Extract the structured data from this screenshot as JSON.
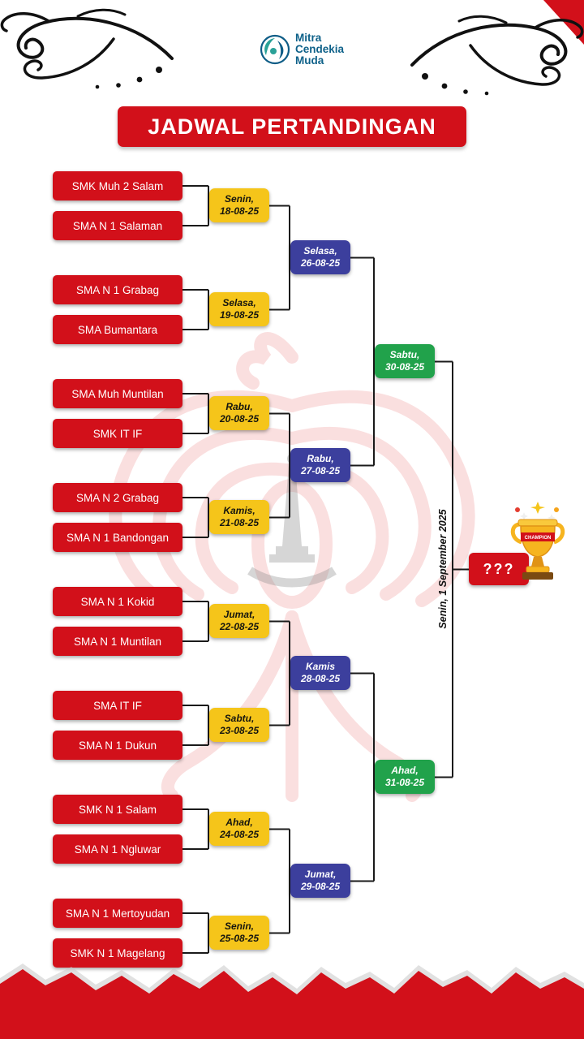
{
  "logo": {
    "line1": "Mitra",
    "line2": "Cendekia",
    "line3": "Muda"
  },
  "title": "JADWAL PERTANDINGAN",
  "bracket": {
    "teams": [
      "SMK Muh 2 Salam",
      "SMA N 1 Salaman",
      "SMA N 1 Grabag",
      "SMA Bumantara",
      "SMA Muh Muntilan",
      "SMK IT IF",
      "SMA N 2 Grabag",
      "SMA N 1 Bandongan",
      "SMA N 1 Kokid",
      "SMA N 1 Muntilan",
      "SMA IT IF",
      "SMA N 1 Dukun",
      "SMK N 1 Salam",
      "SMA N 1 Ngluwar",
      "SMA N 1 Mertoyudan",
      "SMK N 1 Magelang"
    ],
    "round1": [
      {
        "day": "Senin,",
        "date": "18-08-25"
      },
      {
        "day": "Selasa,",
        "date": "19-08-25"
      },
      {
        "day": "Rabu,",
        "date": "20-08-25"
      },
      {
        "day": "Kamis,",
        "date": "21-08-25"
      },
      {
        "day": "Jumat,",
        "date": "22-08-25"
      },
      {
        "day": "Sabtu,",
        "date": "23-08-25"
      },
      {
        "day": "Ahad,",
        "date": "24-08-25"
      },
      {
        "day": "Senin,",
        "date": "25-08-25"
      }
    ],
    "quarterfinals": [
      {
        "day": "Selasa,",
        "date": "26-08-25"
      },
      {
        "day": "Rabu,",
        "date": "27-08-25"
      },
      {
        "day": "Kamis",
        "date": "28-08-25"
      },
      {
        "day": "Jumat,",
        "date": "29-08-25"
      }
    ],
    "semifinals": [
      {
        "day": "Sabtu,",
        "date": "30-08-25"
      },
      {
        "day": "Ahad,",
        "date": "31-08-25"
      }
    ],
    "final": {
      "date_label": "Senin, 1 September 2025",
      "champion_placeholder": "???"
    }
  },
  "trophy": {
    "ribbon": "CHAMPION"
  },
  "colors": {
    "red": "#d2101a",
    "yellow": "#f5c51a",
    "blue": "#3c3f9d",
    "green": "#21a24b",
    "logo_blue": "#0e6189",
    "gold": "#f6b41f"
  }
}
